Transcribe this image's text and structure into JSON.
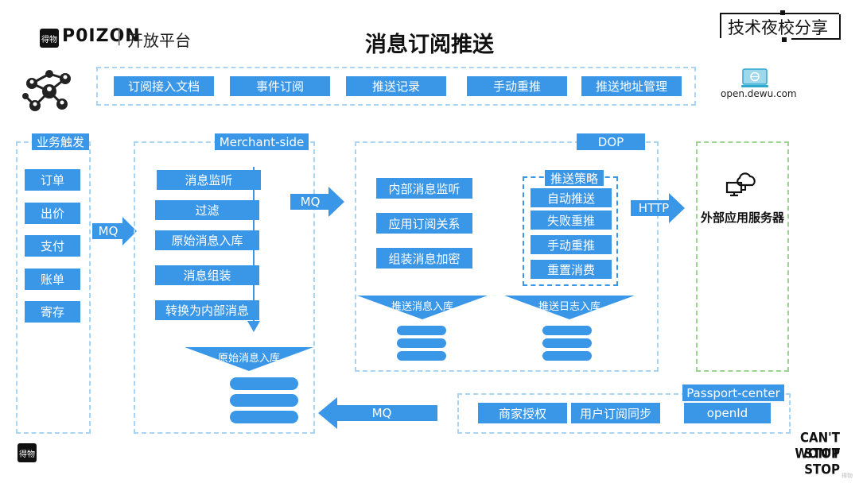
{
  "header": {
    "brand_icon_text": "得物",
    "brand_name": "P0IZON",
    "brand_divider": "|",
    "brand_sub": "开放平台",
    "title": "消息订阅推送",
    "event_tag": "技术夜校分享"
  },
  "portal": {
    "buttons": [
      "订阅接入文档",
      "事件订阅",
      "推送记录",
      "手动重推",
      "推送地址管理"
    ],
    "site": "open.dewu.com"
  },
  "triggers": {
    "title": "业务触发",
    "items": [
      "订单",
      "出价",
      "支付",
      "账单",
      "寄存"
    ]
  },
  "merchant": {
    "title": "Merchant-side",
    "steps": [
      "消息监听",
      "过滤",
      "原始消息入库",
      "消息组装",
      "转换为内部消息"
    ],
    "db_label": "原始消息入库"
  },
  "dop": {
    "title": "DOP",
    "steps": [
      "内部消息监听",
      "应用订阅关系",
      "组装消息加密"
    ],
    "strategy_title": "推送策略",
    "strategies": [
      "自动推送",
      "失败重推",
      "手动重推",
      "重置消费"
    ],
    "db_left_label": "推送消息入库",
    "db_right_label": "推送日志入库"
  },
  "external": {
    "label": "外部应用服务器"
  },
  "passport": {
    "title": "Passport-center",
    "items": [
      "商家授权",
      "用户订阅同步",
      "openId"
    ]
  },
  "arrows": {
    "mq1": "MQ",
    "mq2": "MQ",
    "http": "HTTP",
    "mq3": "MQ"
  },
  "footer": {
    "badge": "得物",
    "slogan_line1": "CAN'T STOP",
    "slogan_line2": "WON'T STOP",
    "watermark": "得物"
  },
  "colors": {
    "accent_blue": "#3a97e8",
    "light_blue": "#a9d4f2",
    "green_dash": "#9ad48f"
  }
}
